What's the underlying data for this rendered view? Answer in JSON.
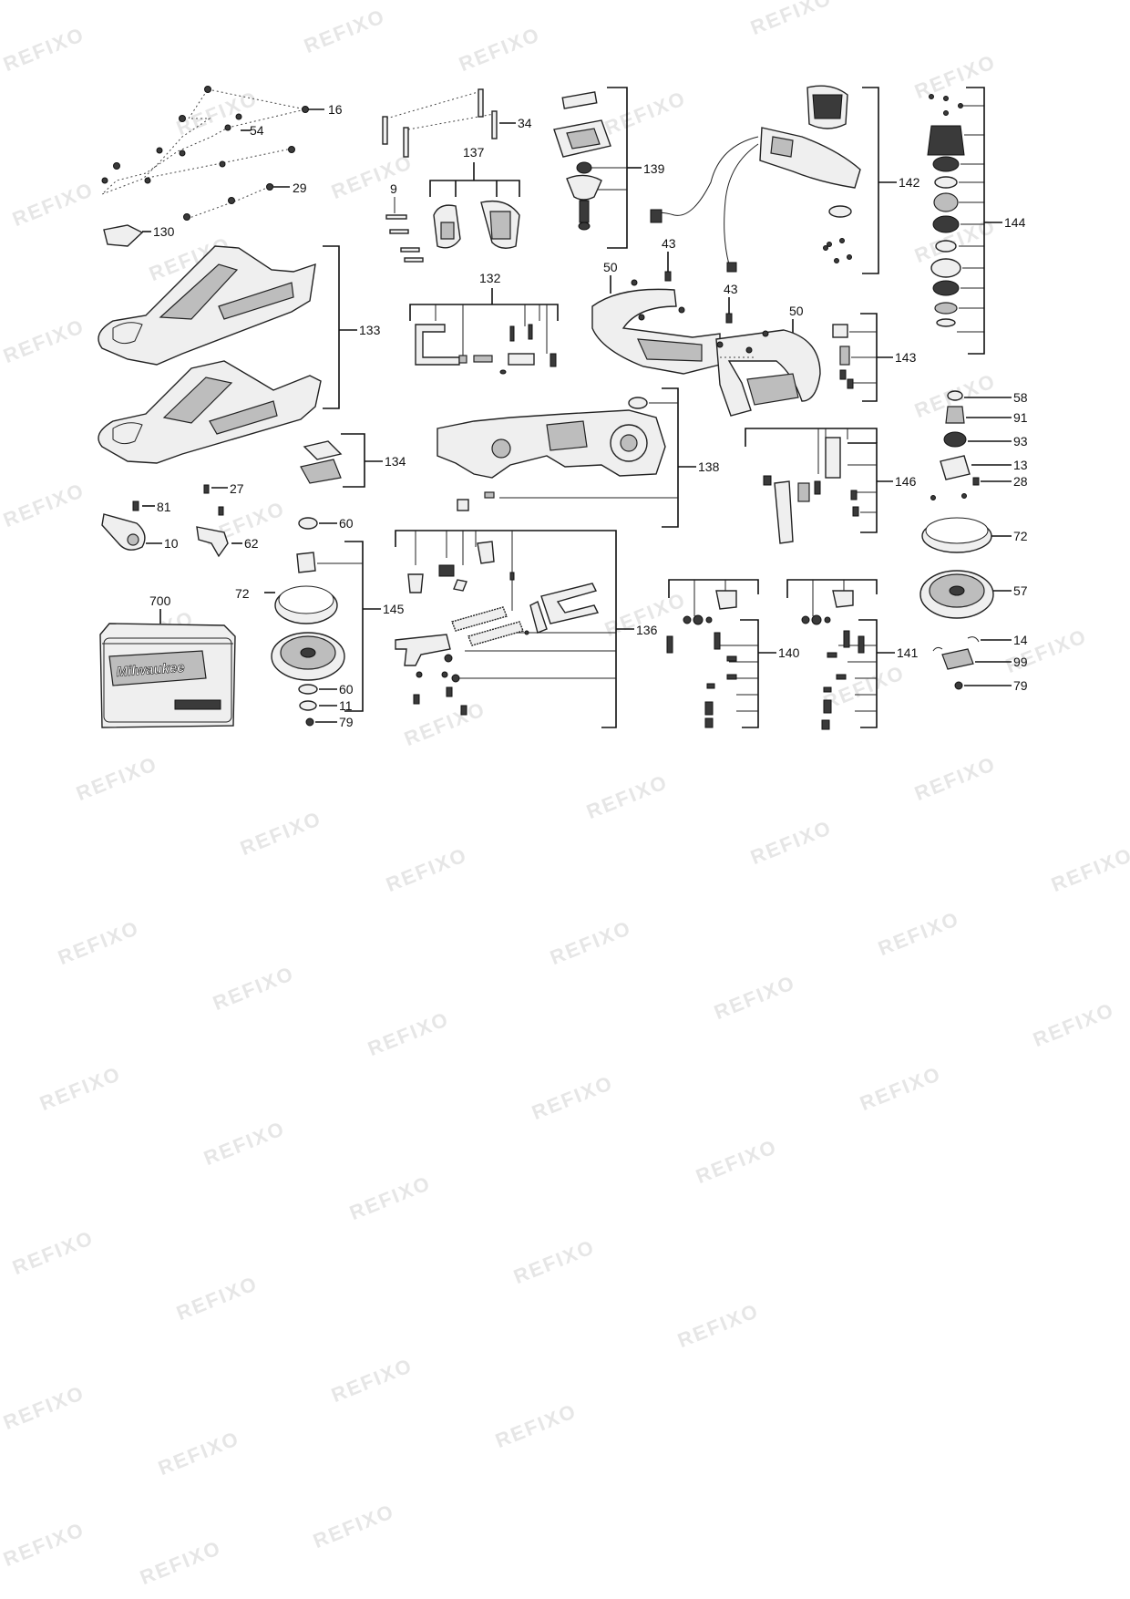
{
  "diagram": {
    "callouts": {
      "c16": "16",
      "c54": "54",
      "c29": "29",
      "c34": "34",
      "c130": "130",
      "c9": "9",
      "c137": "137",
      "c139": "139",
      "c142": "142",
      "c144": "144",
      "c133": "133",
      "c132": "132",
      "c43a": "43",
      "c43b": "43",
      "c50a": "50",
      "c50b": "50",
      "c143": "143",
      "c58": "58",
      "c91": "91",
      "c93": "93",
      "c13": "13",
      "c28": "28",
      "c134": "134",
      "c27": "27",
      "c138": "138",
      "c146": "146",
      "c81": "81",
      "c10": "10",
      "c62": "62",
      "c60a": "60",
      "c72a": "72",
      "c72b": "72",
      "c57": "57",
      "c700": "700",
      "c145": "145",
      "c136": "136",
      "c140": "140",
      "c141": "141",
      "c14": "14",
      "c99": "99",
      "c79a": "79",
      "c60b": "60",
      "c11": "11",
      "c79b": "79"
    },
    "case_brand": "Milwaukee"
  },
  "watermark": {
    "text": "REFIXO",
    "color": "#e6e6e6"
  }
}
